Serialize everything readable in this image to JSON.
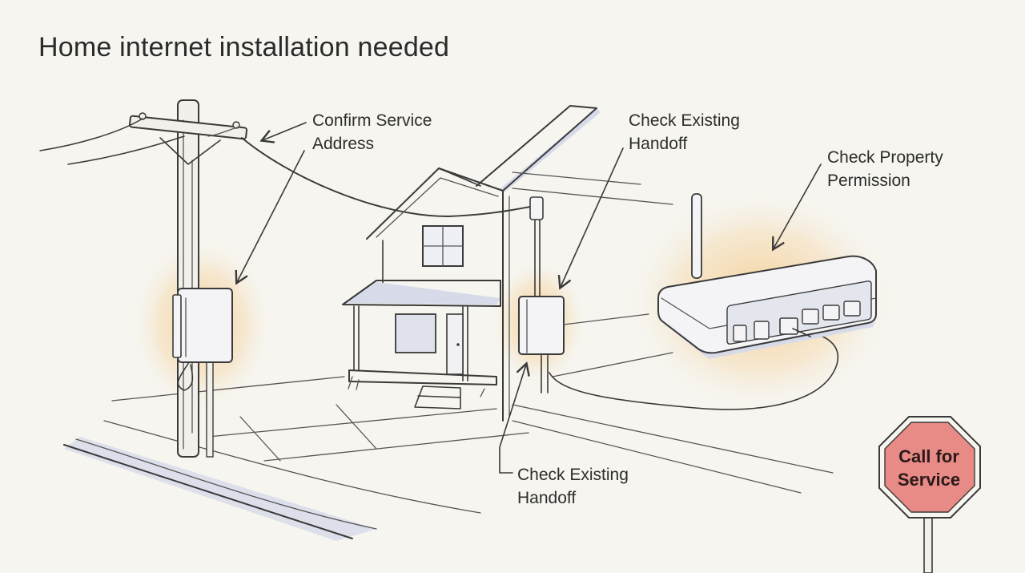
{
  "title": "Home internet installation needed",
  "labels": {
    "confirm_service_address": "Confirm Service\nAddress",
    "check_existing_handoff_top": "Check Existing\nHandoff",
    "check_property_permission": "Check Property\nPermission",
    "check_existing_handoff_bottom": "Check Existing\nHandoff"
  },
  "sign": {
    "text": "Call for\nService",
    "color": "#e88a86"
  },
  "colors": {
    "background": "#f6f5ef",
    "highlight_glow": "#f4c98a",
    "ink": "#3a3a3a",
    "shadow": "#d7dbe9"
  }
}
